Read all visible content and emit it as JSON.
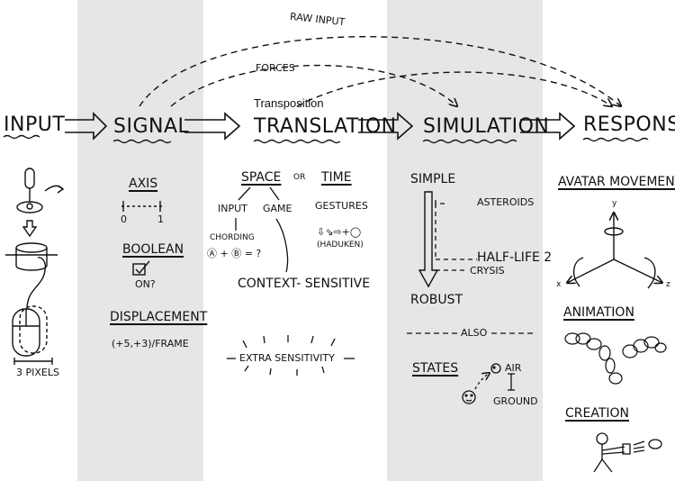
{
  "stages": {
    "input": "INPUT",
    "signal": "SIGNAL",
    "translation": "TRANSLATION",
    "simulation": "SIMULATION",
    "response": "RESPONSE"
  },
  "arcs": {
    "raw_input": "RAW INPUT",
    "forces": "FORCES",
    "transposition": "Transposition"
  },
  "input_col": {
    "pixels": "3 PIXELS"
  },
  "signal_col": {
    "axis": "AXIS",
    "axis_min": "0",
    "axis_max": "1",
    "boolean": "BOOLEAN",
    "on": "ON?",
    "displacement": "DISPLACEMENT",
    "per_frame": "(+5,+3)/FRAME"
  },
  "translation_col": {
    "space": "SPACE",
    "or": "OR",
    "time": "TIME",
    "input": "INPUT",
    "game": "GAME",
    "gestures": "GESTURES",
    "chording": "CHORDING",
    "chord_formula": "Ⓐ + Ⓑ = ?",
    "gesture_seq": "⇩⇘⇨+◯",
    "haduken": "(HADUKEN)",
    "context": "CONTEXT- SENSITIVE",
    "extra": "EXTRA SENSITIVITY"
  },
  "simulation_col": {
    "simple": "SIMPLE",
    "asteroids": "ASTEROIDS",
    "halflife": "HALF-LIFE 2",
    "crysis": "CRYSIS",
    "robust": "ROBUST",
    "also": "ALSO",
    "states": "STATES",
    "air": "AIR",
    "ground": "GROUND"
  },
  "response_col": {
    "avatar": "AVATAR MOVEMENT",
    "axis_y": "y",
    "axis_x": "x",
    "axis_z": "z",
    "animation": "ANIMATION",
    "creation": "CREATION"
  }
}
